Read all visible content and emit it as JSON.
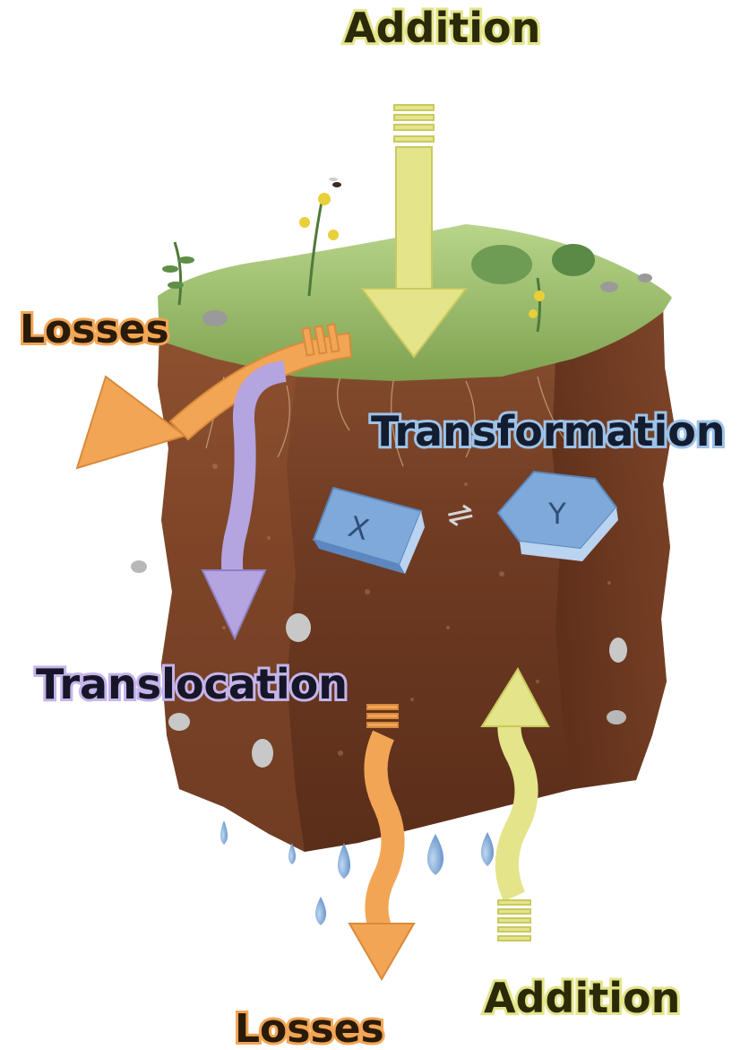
{
  "labels": {
    "addition_top": "Addition",
    "losses_left": "Losses",
    "transformation": "Transformation",
    "translocation": "Translocation",
    "addition_bottom": "Addition",
    "losses_bottom": "Losses"
  },
  "blocks": {
    "x_label": "X",
    "y_label": "Y",
    "reaction_symbol": "⇌"
  },
  "colors": {
    "addition": "#e4e48a",
    "losses": "#f2a655",
    "translocation": "#b4a4e0",
    "transformation": "#7fa9d9",
    "soil": "#7a4328",
    "grass": "#9cc06a",
    "water": "#7aa6d6"
  },
  "icons": [
    "soil-profile-block",
    "addition-arrow",
    "losses-arrow",
    "translocation-arrow",
    "x-block",
    "y-block",
    "water-drop-icon",
    "stone-icon",
    "plant-icon",
    "insect-icon"
  ]
}
